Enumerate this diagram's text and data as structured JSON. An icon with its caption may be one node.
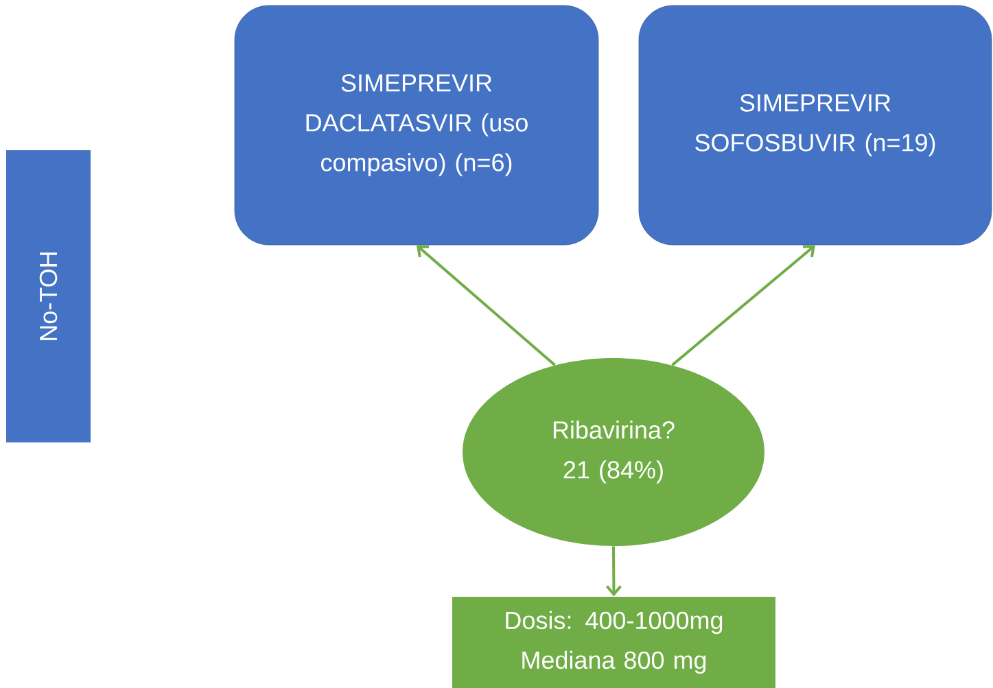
{
  "diagram": {
    "nodes": [
      {
        "text": [
          "No-TOH"
        ]
      },
      {
        "text": [
          "SIMEPREVIR DACLATASVIR (uso compasivo) (n=6)"
        ]
      },
      {
        "text": [
          "SIMEPREVIR SOFOSBUVIR (n=19)"
        ]
      },
      {
        "text": [
          "Ribavirina? 21 (84%)"
        ]
      },
      {
        "text": [
          "Dosis: 400-1000mg Mediana 800 mg"
        ]
      }
    ],
    "edges": [
      {
        "from": 3,
        "to": 1,
        "arrow": "to"
      },
      {
        "from": 3,
        "to": 2,
        "arrow": "to"
      },
      {
        "from": 3,
        "to": 4,
        "arrow": "to"
      }
    ]
  }
}
